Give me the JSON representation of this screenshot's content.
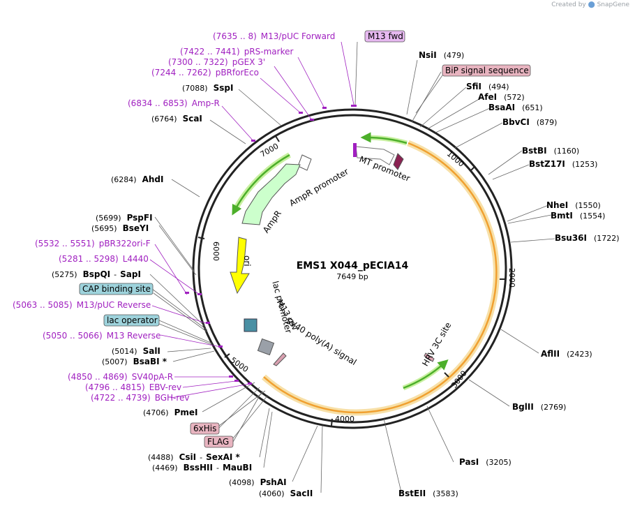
{
  "credit": {
    "prefix": "Created by",
    "brand": "SnapGene"
  },
  "plasmid": {
    "name": "EMS1 X044_pECIA14",
    "length": "7649 bp"
  },
  "ticks": [
    {
      "label": "1000"
    },
    {
      "label": "2000"
    },
    {
      "label": "3000"
    },
    {
      "label": "4000"
    },
    {
      "label": "5000"
    },
    {
      "label": "6000"
    },
    {
      "label": "7000"
    }
  ],
  "enzymes": [
    {
      "name": "NsiI",
      "pos": "(479)"
    },
    {
      "name": "SfiI",
      "pos": "(494)"
    },
    {
      "name": "AfeI",
      "pos": "(572)"
    },
    {
      "name": "BsaAI",
      "pos": "(651)"
    },
    {
      "name": "BbvCI",
      "pos": "(879)"
    },
    {
      "name": "BstBI",
      "pos": "(1160)"
    },
    {
      "name": "BstZ17I",
      "pos": "(1253)"
    },
    {
      "name": "NheI",
      "pos": "(1550)"
    },
    {
      "name": "BmtI",
      "pos": "(1554)"
    },
    {
      "name": "Bsu36I",
      "pos": "(1722)"
    },
    {
      "name": "AflII",
      "pos": "(2423)"
    },
    {
      "name": "BglII",
      "pos": "(2769)"
    },
    {
      "name": "PasI",
      "pos": "(3205)"
    },
    {
      "name": "BstEII",
      "pos": "(3583)"
    },
    {
      "name": "SacII",
      "pos": "(4060)"
    },
    {
      "name": "PshAI",
      "pos": "(4098)"
    },
    {
      "name": "BssHII",
      "pos": "(4469)",
      "sep": "-",
      "name2": "MauBI"
    },
    {
      "name": "CsiI",
      "pos": "(4488)",
      "sep": "-",
      "name2": "SexAI *"
    },
    {
      "name": "PmeI",
      "pos": "(4706)"
    },
    {
      "name": "BsaBI *",
      "pos": "(5007)"
    },
    {
      "name": "SalI",
      "pos": "(5014)"
    },
    {
      "name": "BspQI",
      "pos": "(5275)",
      "sep": "-",
      "name2": "SapI"
    },
    {
      "name": "BseYI",
      "pos": "(5695)"
    },
    {
      "name": "PspFI",
      "pos": "(5699)"
    },
    {
      "name": "AhdI",
      "pos": "(6284)"
    },
    {
      "name": "ScaI",
      "pos": "(6764)"
    },
    {
      "name": "SspI",
      "pos": "(7088)"
    }
  ],
  "primers": [
    {
      "range": "(7635 .. 8)",
      "name": "M13/pUC Forward"
    },
    {
      "range": "(7422 .. 7441)",
      "name": "pRS-marker"
    },
    {
      "range": "(7300 .. 7322)",
      "name": "pGEX 3'"
    },
    {
      "range": "(7244 .. 7262)",
      "name": "pBRforEco"
    },
    {
      "range": "(6834 .. 6853)",
      "name": "Amp-R"
    },
    {
      "range": "(5532 .. 5551)",
      "name": "pBR322ori-F"
    },
    {
      "range": "(5281 .. 5298)",
      "name": "L4440"
    },
    {
      "range": "(5063 .. 5085)",
      "name": "M13/pUC Reverse"
    },
    {
      "range": "(5050 .. 5066)",
      "name": "M13 Reverse"
    },
    {
      "range": "(4850 .. 4869)",
      "name": "SV40pA-R"
    },
    {
      "range": "(4796 .. 4815)",
      "name": "EBV-rev"
    },
    {
      "range": "(4722 .. 4739)",
      "name": "BGH-rev"
    }
  ],
  "boxed_features": [
    {
      "label": "M13 fwd",
      "color": "#e6b8f0"
    },
    {
      "label": "BiP signal sequence",
      "color": "#e8b4c0"
    },
    {
      "label": "CAP binding site",
      "color": "#9ed3dc"
    },
    {
      "label": "lac operator",
      "color": "#9ed3dc"
    },
    {
      "label": "6xHis",
      "color": "#e8b4c0"
    },
    {
      "label": "FLAG",
      "color": "#e8b4c0"
    }
  ],
  "features": {
    "mt_promoter": "MT promoter",
    "ampr_promoter": "AmpR promoter",
    "ampr": "AmpR",
    "ori": "ori",
    "lac_promoter": "lac promoter",
    "m13_rev": "M13 rev",
    "sv40": "SV40 poly(A) signal",
    "hrv3c": "HRV 3C site"
  },
  "colors": {
    "primer": "#a020c0",
    "orf": "#f0a030",
    "orf_glow": "#f7e0a8",
    "green_arrow": "#4caf2a",
    "ampr_fill": "#ccffcc",
    "ori_fill": "#ffff00",
    "sv40_fill": "#d9a0b0",
    "mt_fill": "#8b2252"
  }
}
